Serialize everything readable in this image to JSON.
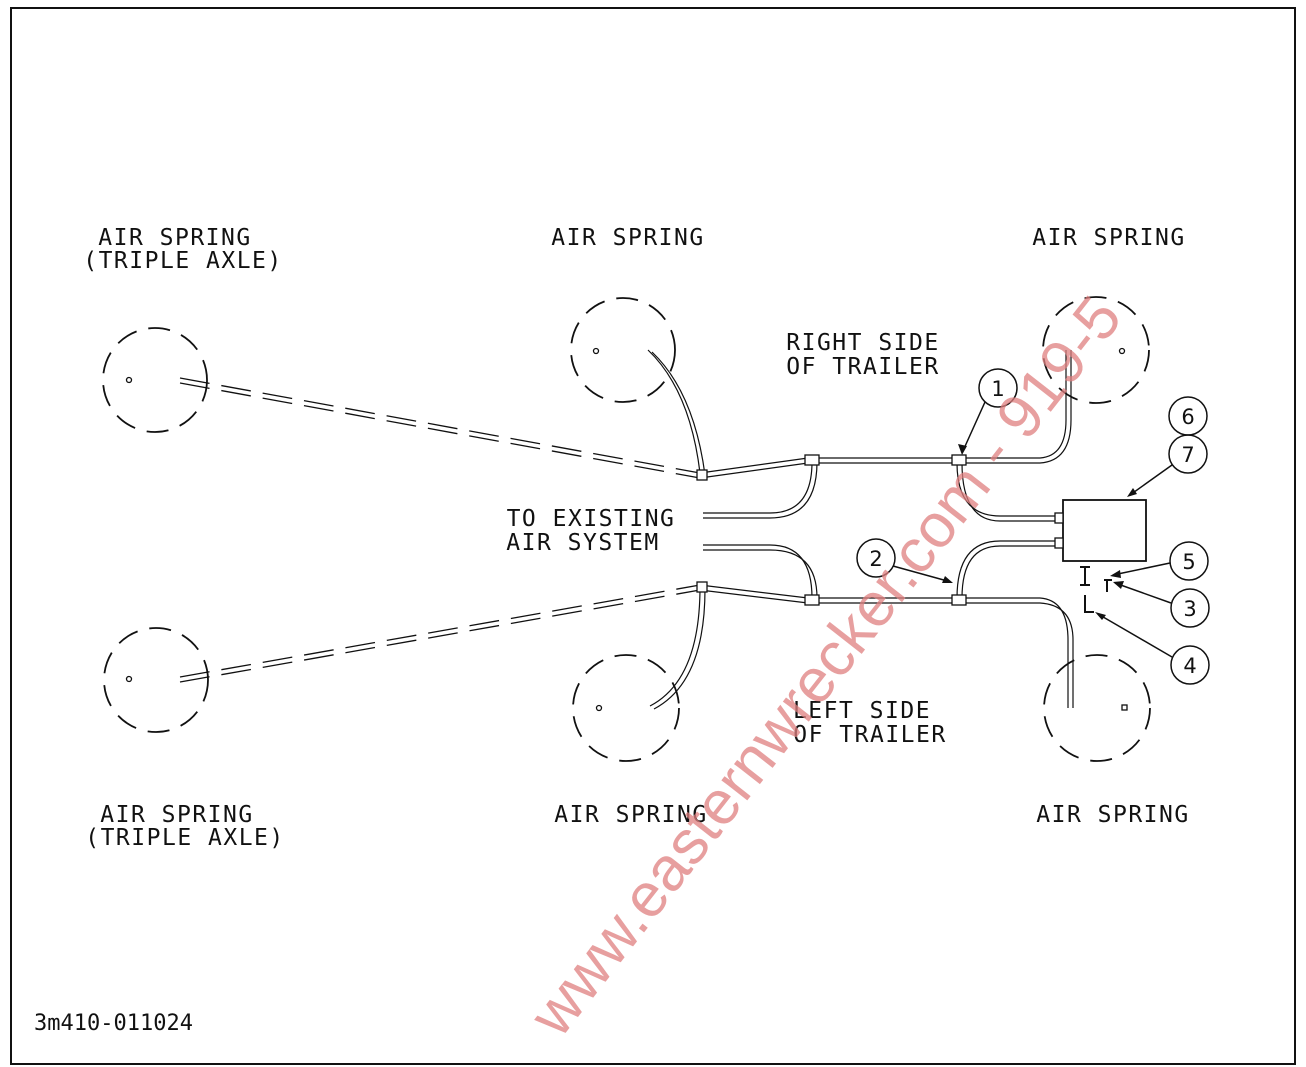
{
  "labels": {
    "spring_top_left_1": "AIR SPRING",
    "spring_top_left_2": "(TRIPLE AXLE)",
    "spring_top_mid": "AIR SPRING",
    "spring_top_right": "AIR SPRING",
    "spring_bot_left_1": "AIR SPRING",
    "spring_bot_left_2": "(TRIPLE AXLE)",
    "spring_bot_mid": "AIR SPRING",
    "spring_bot_right": "AIR SPRING",
    "right_side_1": "RIGHT SIDE",
    "right_side_2": "OF TRAILER",
    "left_side_1": "LEFT SIDE",
    "left_side_2": "OF TRAILER",
    "existing_1": "TO EXISTING",
    "existing_2": "AIR SYSTEM"
  },
  "callouts": [
    "1",
    "2",
    "3",
    "4",
    "5",
    "6",
    "7"
  ],
  "drawing_number": "3m410-011024",
  "watermark": "www.easternwrecker.com - 919-5",
  "colors": {
    "line": "#111111",
    "watermark": "#e08080"
  }
}
